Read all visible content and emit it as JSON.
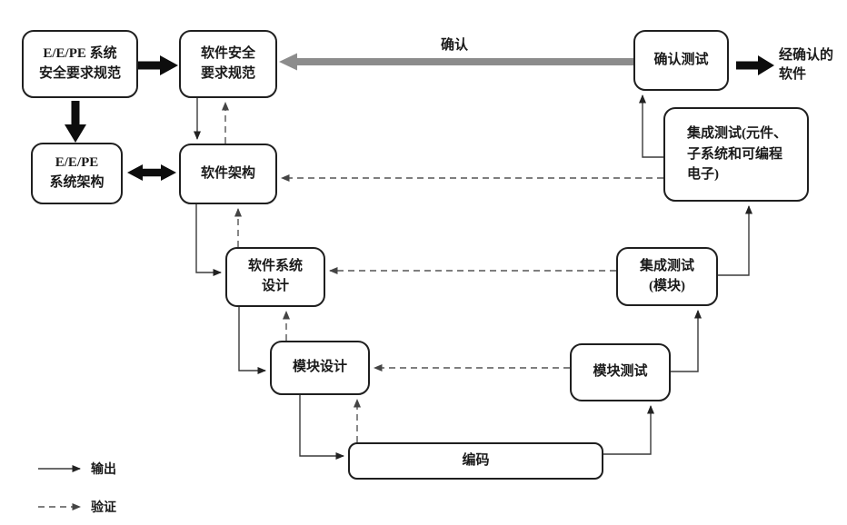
{
  "diagram": {
    "title": "software-safety-lifecycle-v-model",
    "boxes": {
      "eepe_requirements": {
        "label": "E/E/PE 系统\n安全要求规范"
      },
      "sw_safety_requirements": {
        "label": "软件安全\n要求规范"
      },
      "eepe_architecture": {
        "label": "E/E/PE\n系统架构"
      },
      "sw_architecture": {
        "label": "软件架构"
      },
      "sw_system_design": {
        "label": "软件系统\n设计"
      },
      "module_design": {
        "label": "模块设计"
      },
      "coding": {
        "label": "编码"
      },
      "module_test": {
        "label": "模块测试"
      },
      "integration_test_module": {
        "label": "集成测试\n(模块)"
      },
      "integration_test_pe": {
        "label": "集成测试(元件、\n子系统和可编程\n电子)"
      },
      "validation_test": {
        "label": "确认测试"
      }
    },
    "labels": {
      "validation_arrow": "确认",
      "validated_software": "经确认的\n软件"
    },
    "legend": {
      "output": "输出",
      "verification": "验证"
    },
    "colors": {
      "validation_arrow_gray": "#8c8c8c",
      "block_arrow_black": "#0d0d0d",
      "solid_line": "#3a3a3a",
      "dashed_line": "#555555",
      "box_border": "#1f1f1f",
      "background": "#ffffff"
    }
  }
}
